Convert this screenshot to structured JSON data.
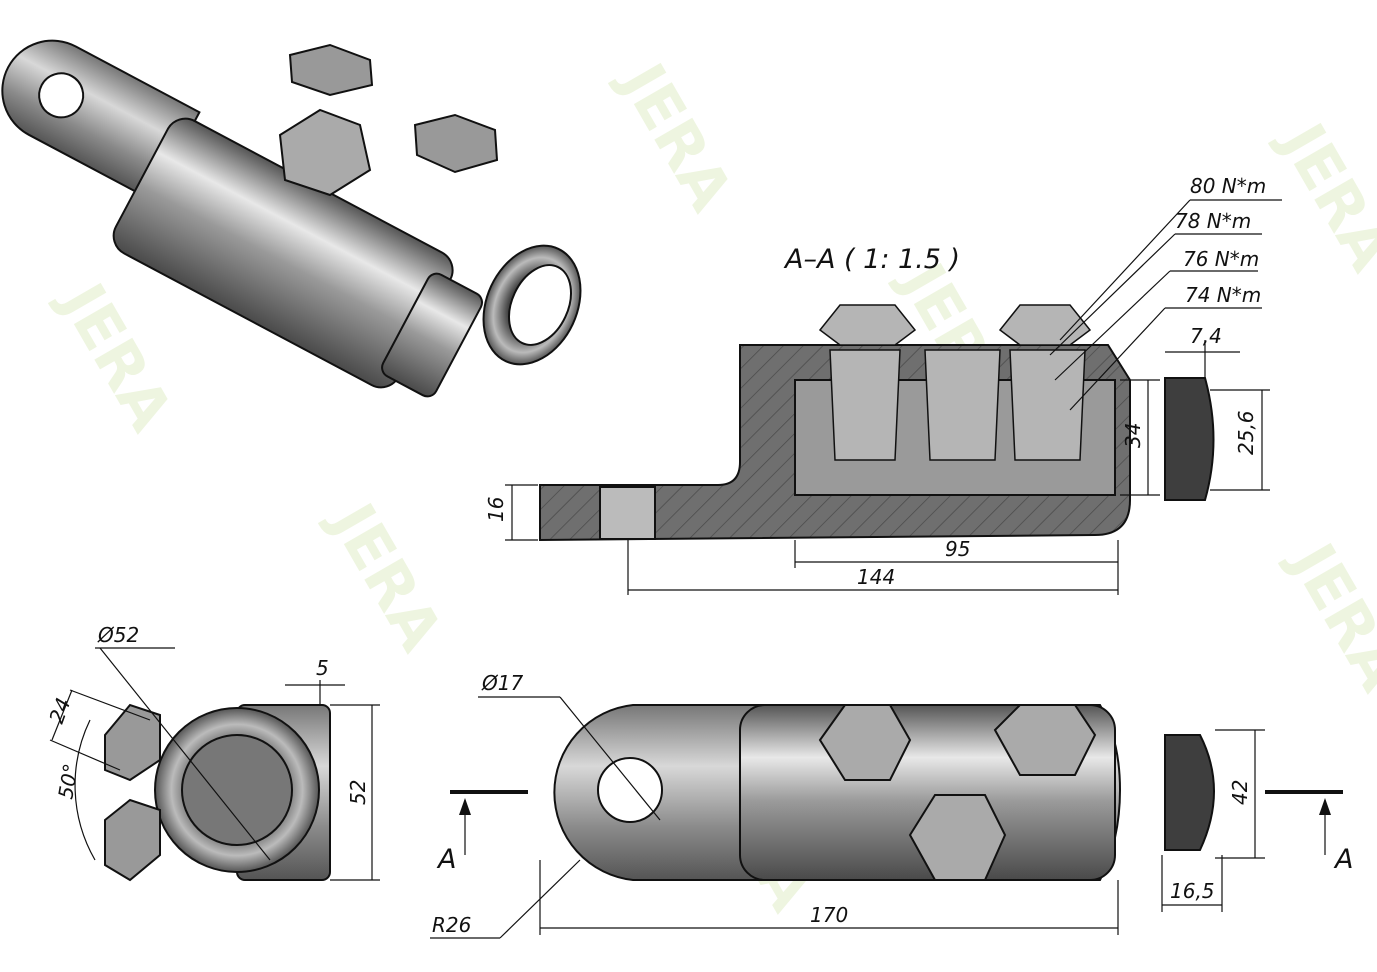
{
  "watermark": "JERA",
  "section": {
    "title": "A–A ( 1: 1.5 )",
    "torques": [
      "80 N*m",
      "78 N*m",
      "76 N*m",
      "74 N*m"
    ],
    "dims": {
      "cap_width": "7,4",
      "cap_dia": "25,6",
      "bore_height": "34",
      "lug_thickness": "16",
      "body_length": "95",
      "hole_to_end": "144"
    }
  },
  "end_view": {
    "dims": {
      "diameter": "Ø52",
      "bolt_offset": "24",
      "angle": "50°",
      "plate": "5",
      "height": "52"
    }
  },
  "top_view": {
    "dims": {
      "hole": "Ø17",
      "cap_dia": "42",
      "cap_len": "16,5",
      "length": "170",
      "radius": "R26"
    },
    "section_marks": [
      "A",
      "A"
    ]
  },
  "colors": {
    "metal": "#8a8a8a",
    "dark": "#3a3a3a",
    "watermark": "#eef5e0"
  }
}
